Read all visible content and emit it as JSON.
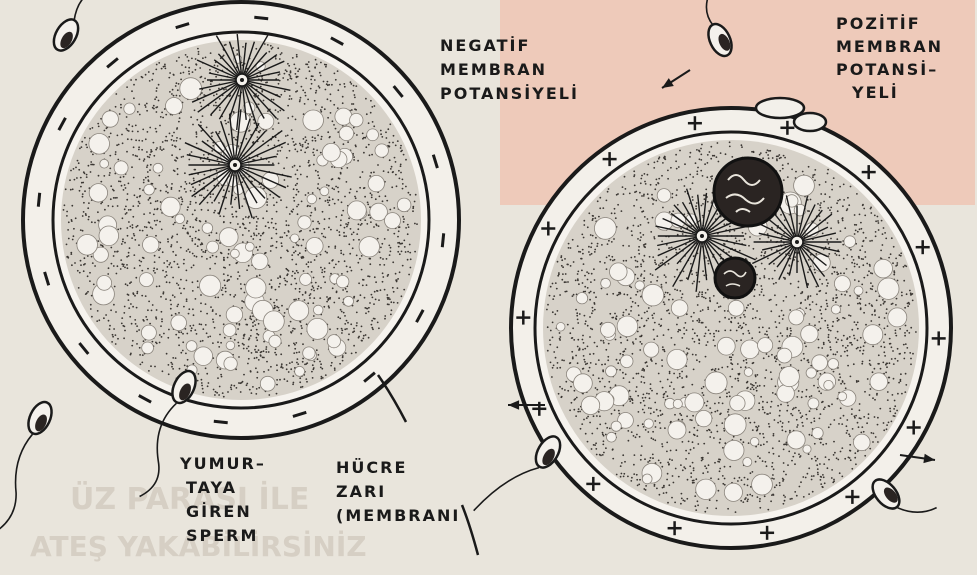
{
  "labels": {
    "negative": [
      "NEGATİF",
      "MEMBRAN",
      "POTANSİYELİ"
    ],
    "positive": [
      "POZİTİF",
      "MEMBRAN",
      "POTANSİ–",
      "YELİ"
    ],
    "sperm": [
      "YUMUR–",
      "TAYA",
      "GİREN",
      "SPERM"
    ],
    "membrane": [
      "HÜCRE",
      "ZARI",
      "(MEMBRANI"
    ]
  },
  "background_text": [
    "ÜZ PARASI İLE",
    "ATEŞ YAKABİLİRSİNİZ"
  ],
  "colors": {
    "paper": "#e9e5dc",
    "ink": "#1a1a1a",
    "pink": "#efc6b4"
  }
}
